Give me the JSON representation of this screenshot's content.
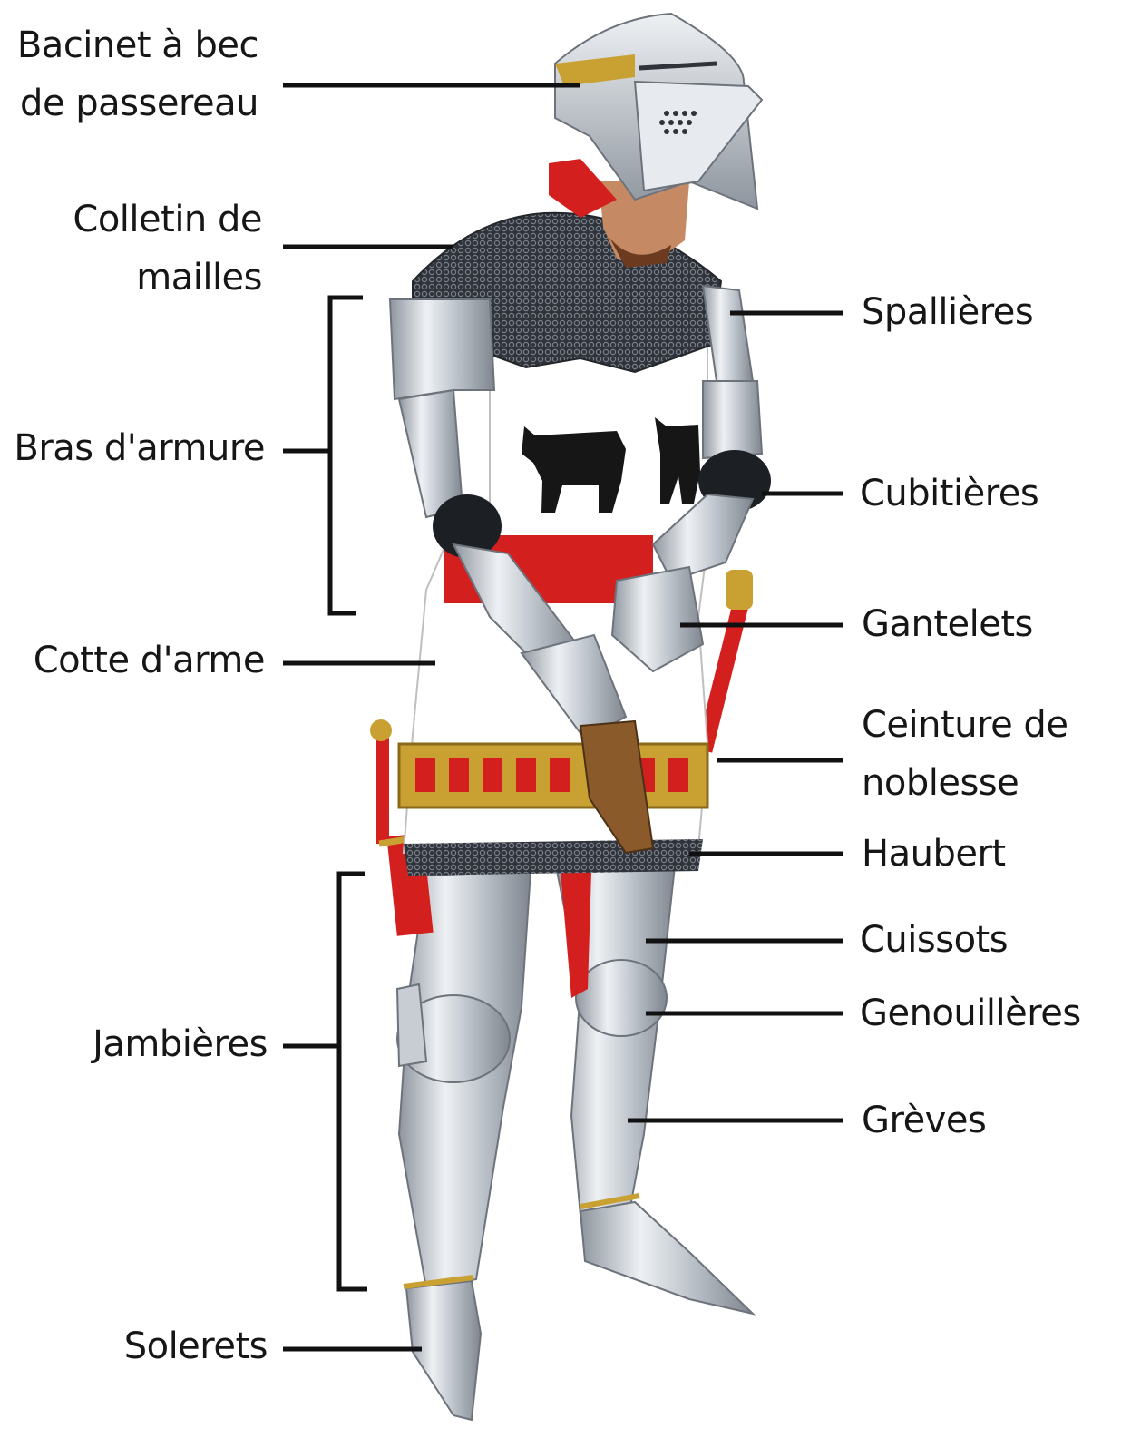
{
  "left_labels": {
    "bacinet": "Bacinet à bec\nde passereau",
    "colletin": "Colletin de\nmailles",
    "bras": "Bras d'armure",
    "cotte": "Cotte d'arme",
    "jambieres": "Jambières",
    "solerets": "Solerets"
  },
  "right_labels": {
    "spallieres": "Spallières",
    "cubitieres": "Cubitières",
    "gantelets": "Gantelets",
    "ceinture": "Ceinture de\nnoblesse",
    "haubert": "Haubert",
    "cuissots": "Cuissots",
    "genouilleres": "Genouillères",
    "greves": "Grèves"
  },
  "colors": {
    "steel": "#c8cdd3",
    "mail": "#3a3e46",
    "red": "#d41f1f",
    "gold": "#c9a032",
    "white": "#ffffff",
    "black": "#161616"
  }
}
